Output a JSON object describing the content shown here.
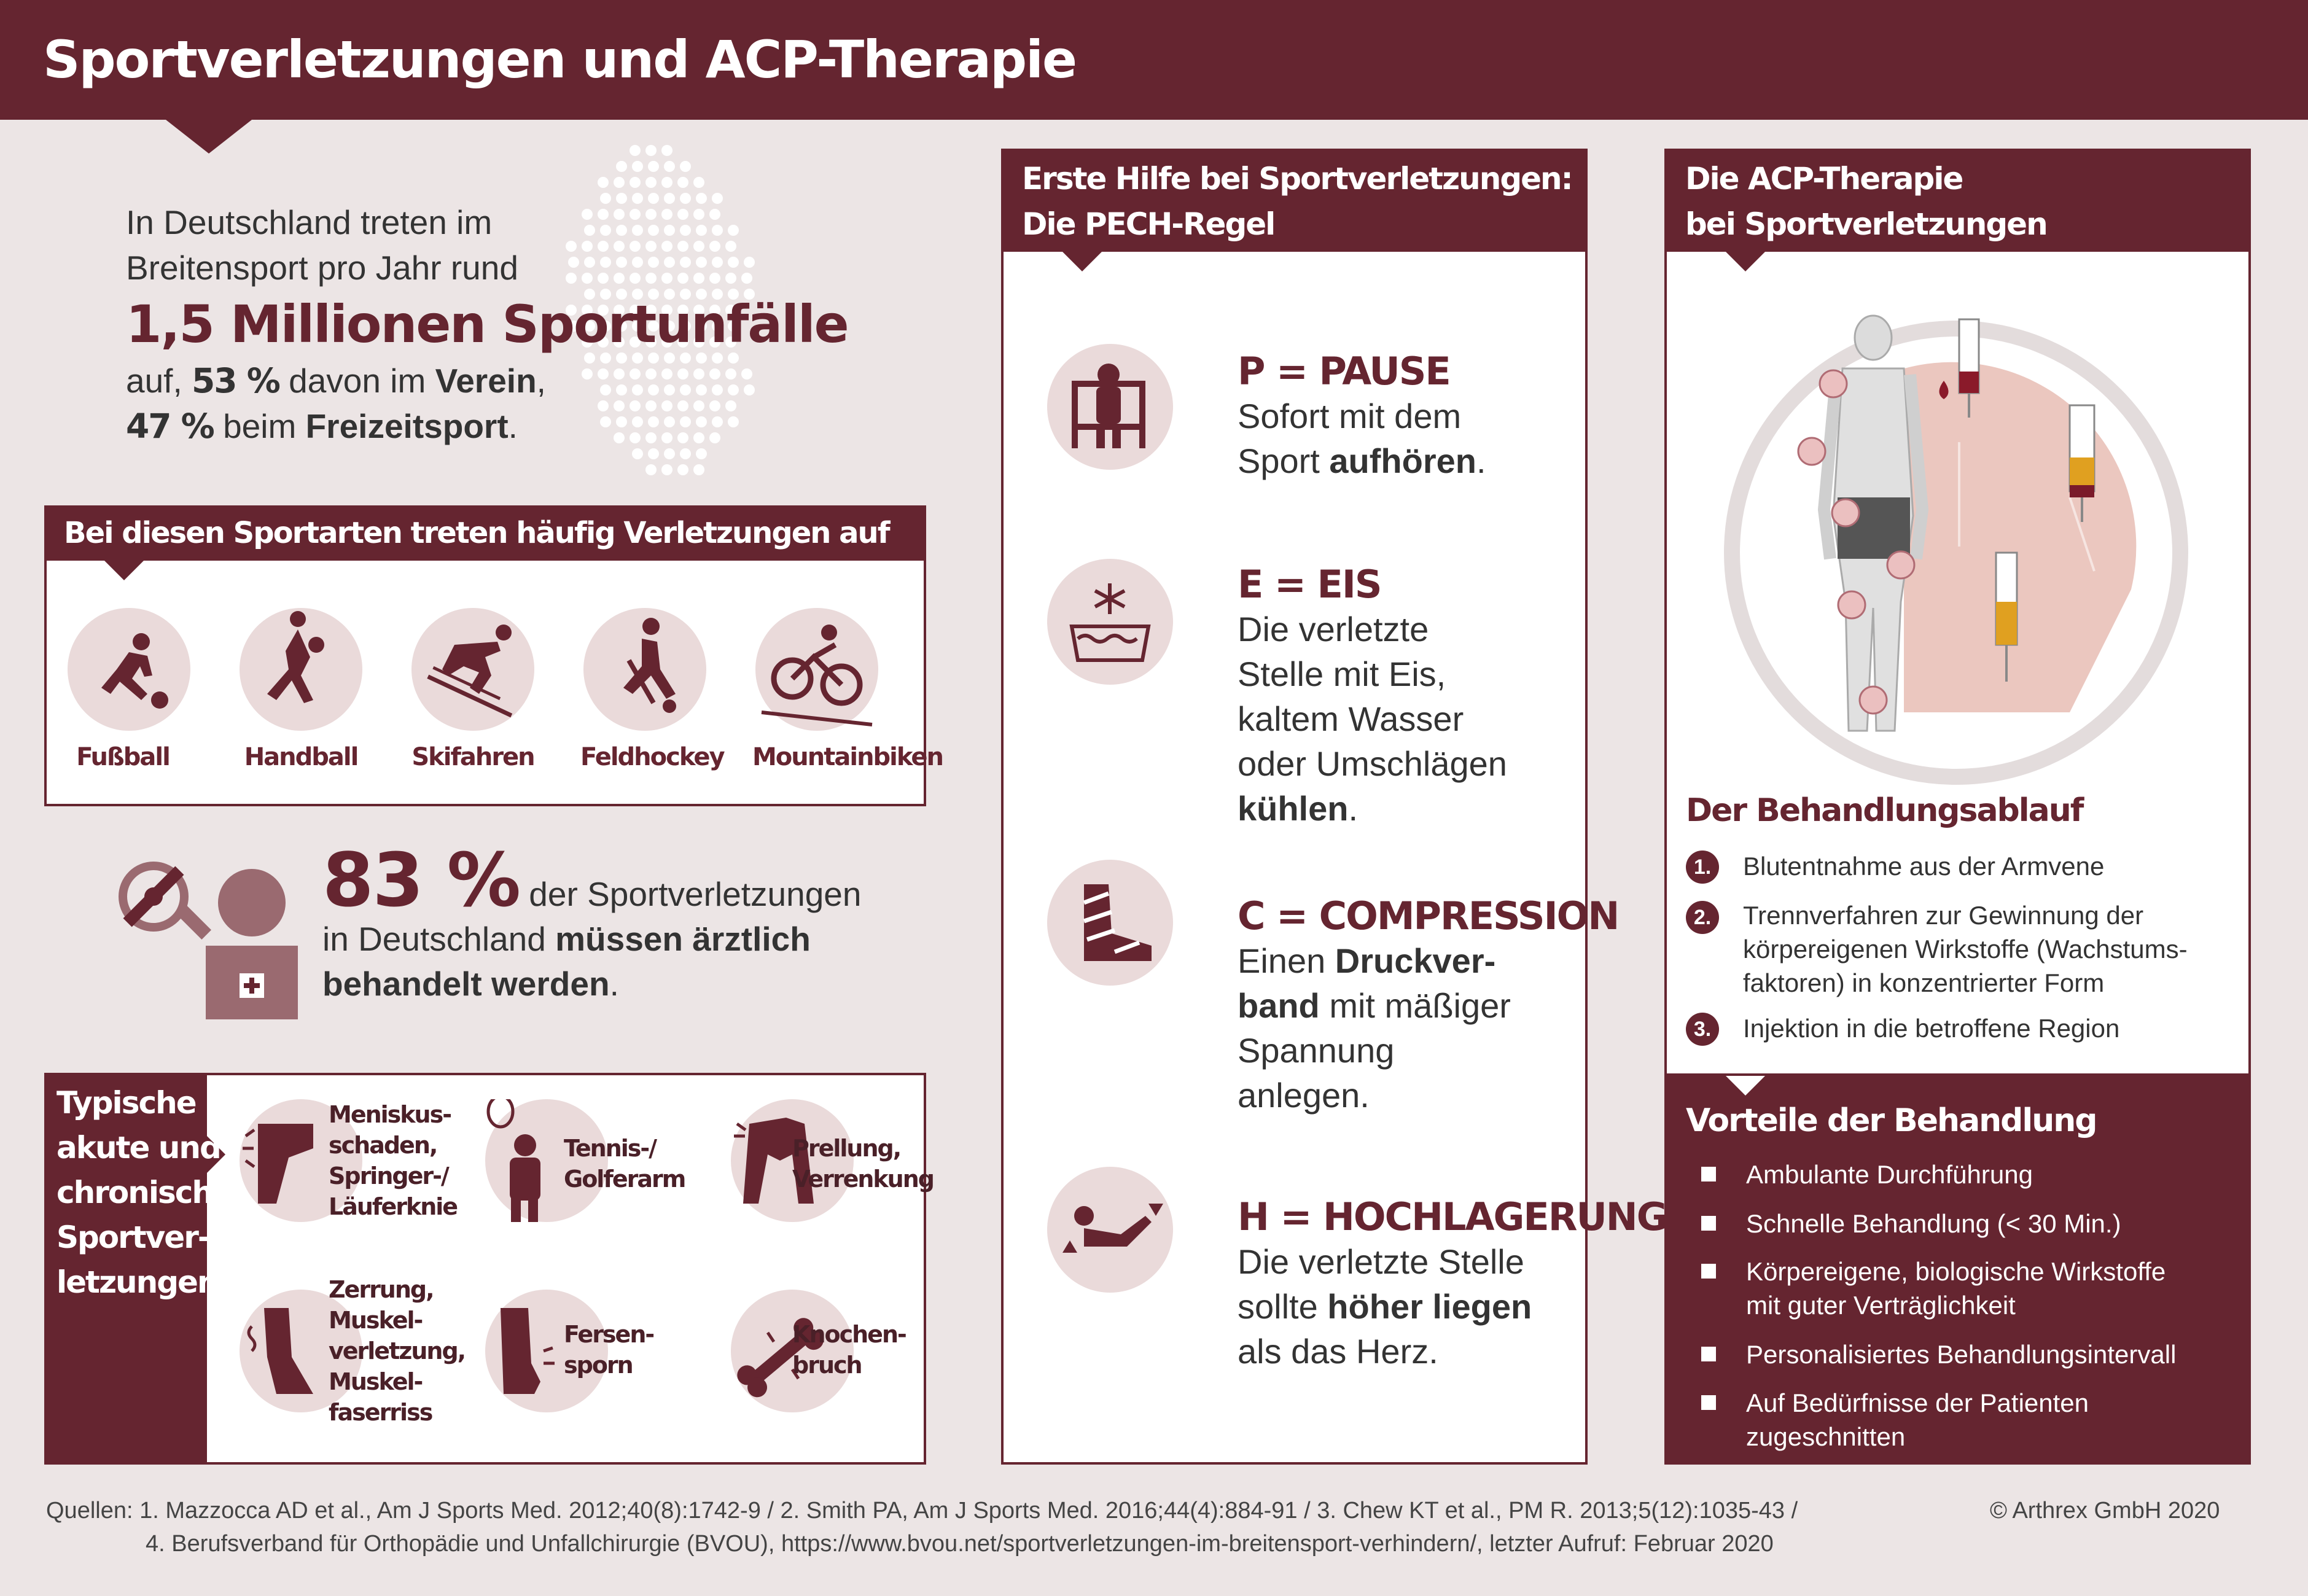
{
  "title": "Sportverletzungen und ACP-Therapie",
  "intro": {
    "line1": "In Deutschland treten im",
    "line2": "Breitensport pro Jahr rund",
    "big": "1,5 Millionen Sportunfälle",
    "line3_a": "auf, ",
    "pct1": "53 %",
    "line3_b": " davon im ",
    "verein": "Verein",
    "line3_c": ",",
    "pct2": "47 %",
    "line4_a": " beim ",
    "freizeit": "Freizeitsport",
    "line4_b": "."
  },
  "sports": {
    "heading": "Bei diesen Sportarten treten häufig Verletzungen auf",
    "items": [
      {
        "label": "Fußball",
        "icon": "football-player-icon"
      },
      {
        "label": "Handball",
        "icon": "handball-player-icon"
      },
      {
        "label": "Skifahren",
        "icon": "skier-icon"
      },
      {
        "label": "Feldhockey",
        "icon": "hockey-player-icon"
      },
      {
        "label": "Mountainbiken",
        "icon": "mountainbiker-icon"
      }
    ]
  },
  "stat83": {
    "pct": "83 %",
    "t1": " der Sportverletzungen",
    "t2": "in Deutschland ",
    "t2b": "müssen ärztlich",
    "t3": "behandelt werden",
    "t3b": "."
  },
  "injuries": {
    "heading_lines": [
      "Typische",
      "akute und",
      "chronische",
      "Sportver-",
      "letzungen"
    ],
    "items": [
      {
        "lines": [
          "Meniskus-",
          "schaden,",
          "Springer-/",
          "Läuferknie"
        ]
      },
      {
        "lines": [
          "Tennis-/",
          "Golferarm"
        ]
      },
      {
        "lines": [
          "Prellung,",
          "Verrenkung"
        ]
      },
      {
        "lines": [
          "Zerrung,",
          "Muskel-",
          "verletzung,",
          "Muskel-",
          "faserriss"
        ]
      },
      {
        "lines": [
          "Fersen-",
          "sporn"
        ]
      },
      {
        "lines": [
          "Knochen-",
          "bruch"
        ]
      }
    ]
  },
  "pech": {
    "heading1": "Erste Hilfe bei Sportverletzungen:",
    "heading2": "Die PECH-Regel",
    "p_title": "P = PAUSE",
    "p_l1": "Sofort mit dem",
    "p_l2a": "Sport ",
    "p_l2b": "aufhören",
    "p_l2c": ".",
    "e_title": "E = EIS",
    "e_l1": "Die verletzte",
    "e_l2": "Stelle mit Eis,",
    "e_l3": "kaltem Wasser",
    "e_l4": "oder Umschlägen",
    "e_l5a": "kühlen",
    "e_l5b": ".",
    "c_title": "C = COMPRESSION",
    "c_l1a": "Einen ",
    "c_l1b": "Druckver-",
    "c_l2a": "band",
    "c_l2b": " mit mäßiger",
    "c_l3": "Spannung",
    "c_l4": "anlegen.",
    "h_title": "H = HOCHLAGERUNG",
    "h_l1": "Die verletzte Stelle",
    "h_l2a": "sollte ",
    "h_l2b": "höher liegen",
    "h_l3": "als das Herz."
  },
  "acp": {
    "heading1": "Die ACP-Therapie",
    "heading2": "bei Sportverletzungen",
    "ablauf_title": "Der Behandlungsablauf",
    "steps": [
      {
        "num": "1.",
        "lines": [
          "Blutentnahme aus der Armvene"
        ]
      },
      {
        "num": "2.",
        "lines": [
          "Trennverfahren zur Gewinnung der",
          "körpereigenen Wirkstoffe (Wachstums-",
          "faktoren) in konzentrierter Form"
        ]
      },
      {
        "num": "3.",
        "lines": [
          "Injektion in die betroffene Region"
        ]
      }
    ],
    "vorteile_title": "Vorteile der Behandlung",
    "vorteile": [
      {
        "lines": [
          "Ambulante Durchführung"
        ]
      },
      {
        "lines": [
          "Schnelle Behandlung (< 30 Min.)"
        ]
      },
      {
        "lines": [
          "Körpereigene, biologische Wirkstoffe",
          "mit guter Verträglichkeit"
        ]
      },
      {
        "lines": [
          "Personalisiertes Behandlungsintervall"
        ]
      },
      {
        "lines": [
          "Auf Bedürfnisse der Patienten",
          "zugeschnitten"
        ]
      }
    ]
  },
  "sources": {
    "line1": "Quellen: 1. Mazzocca AD et al., Am J Sports Med. 2012;40(8):1742-9 / 2. Smith PA, Am J Sports Med. 2016;44(4):884-91 / 3. Chew KT et al., PM R. 2013;5(12):1035-43 /",
    "line2": "4. Berufsverband für Orthopädie und Unfallchirurgie (BVOU), https://www.bvou.net/sportverletzungen-im-breitensport-verhindern/, letzter Aufruf: Februar 2020",
    "copyright": "© Arthrex GmbH 2020"
  },
  "colors": {
    "brand": "#652530",
    "circle": "#eadada",
    "bg": "#ece5e5"
  }
}
